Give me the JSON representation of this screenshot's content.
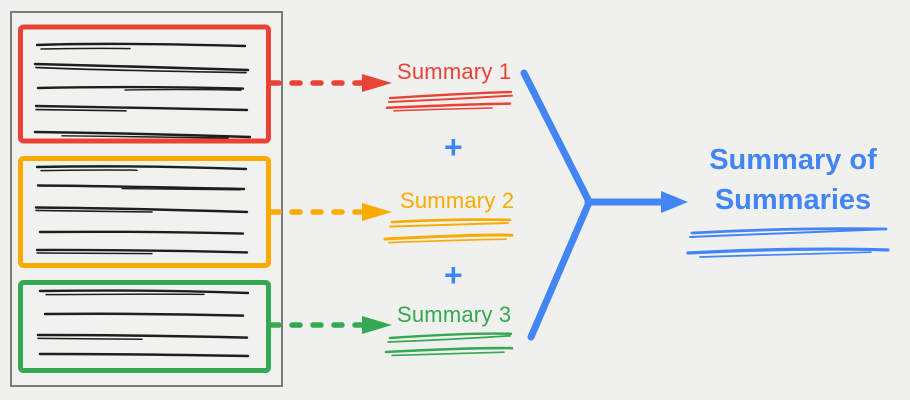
{
  "colors": {
    "background": "#F0F0EE",
    "document-border": "#7B7B7B",
    "ink": "#1E1E1E",
    "red": "#E94335",
    "orange": "#F9AB00",
    "green": "#34A853",
    "blue": "#4285F4"
  },
  "document": {
    "sections": [
      {
        "name": "section-1",
        "color": "red",
        "text_lines": 5
      },
      {
        "name": "section-2",
        "color": "orange",
        "text_lines": 5
      },
      {
        "name": "section-3",
        "color": "green",
        "text_lines": 4
      }
    ]
  },
  "summaries": [
    {
      "label": "Summary 1",
      "color": "red"
    },
    {
      "label": "Summary 2",
      "color": "orange"
    },
    {
      "label": "Summary 3",
      "color": "green"
    }
  ],
  "operators": {
    "plus": "+"
  },
  "result": {
    "label": "Summary of Summaries",
    "color": "blue"
  }
}
